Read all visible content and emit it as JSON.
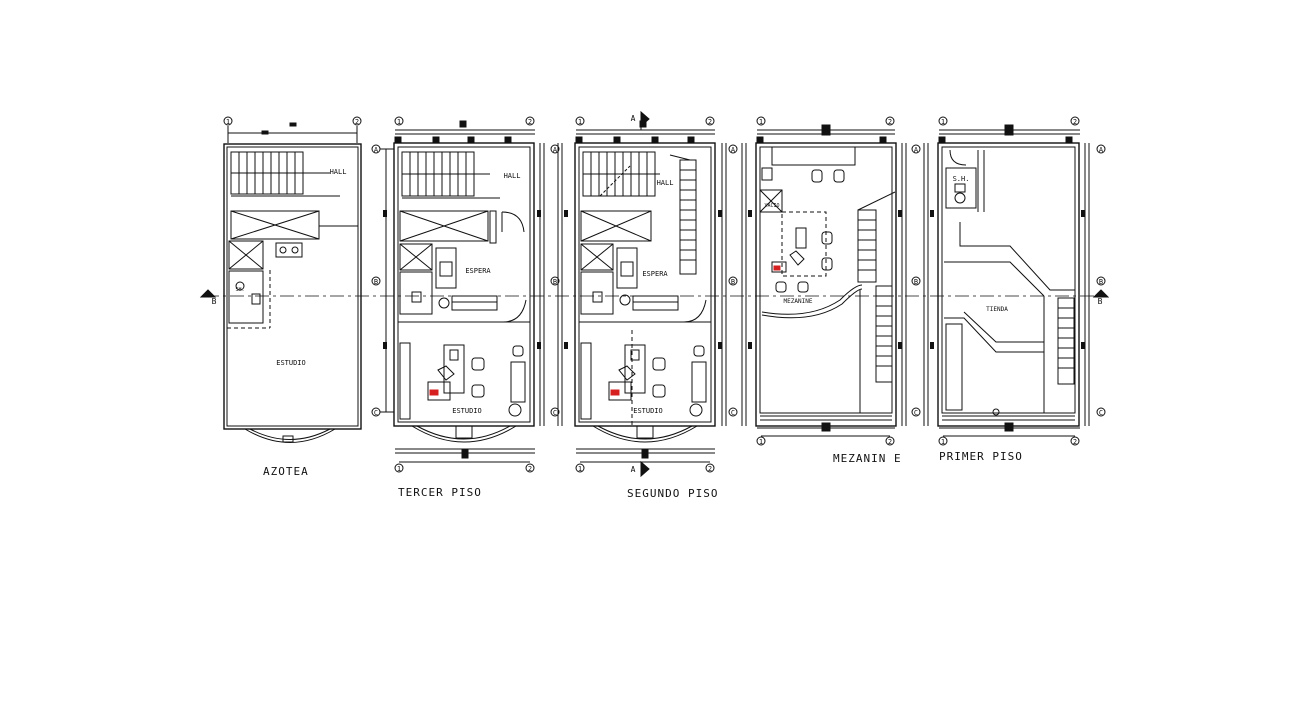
{
  "plans": [
    {
      "title": "AZOTEA",
      "rooms": [
        "HALL",
        "ESTUDIO",
        "SH."
      ]
    },
    {
      "title": "TERCER PISO",
      "rooms": [
        "HALL",
        "ESPERA",
        "ESTUDIO"
      ]
    },
    {
      "title": "SEGUNDO PISO",
      "rooms": [
        "HALL",
        "ESPERA",
        "ESTUDIO"
      ]
    },
    {
      "title": "MEZANIN E",
      "rooms": [
        "MEZANINE",
        "VACIO"
      ]
    },
    {
      "title": "PRIMER PISO",
      "rooms": [
        "S.H.",
        "TIENDA"
      ]
    }
  ],
  "axis_labels": {
    "col1": "1",
    "col2": "2",
    "rowA": "A",
    "rowB": "B",
    "rowC": "C"
  },
  "section_marks": {
    "a": "A",
    "b": "B"
  },
  "colors": {
    "line": "#111111",
    "accent": "#d62020",
    "background": "#ffffff"
  }
}
